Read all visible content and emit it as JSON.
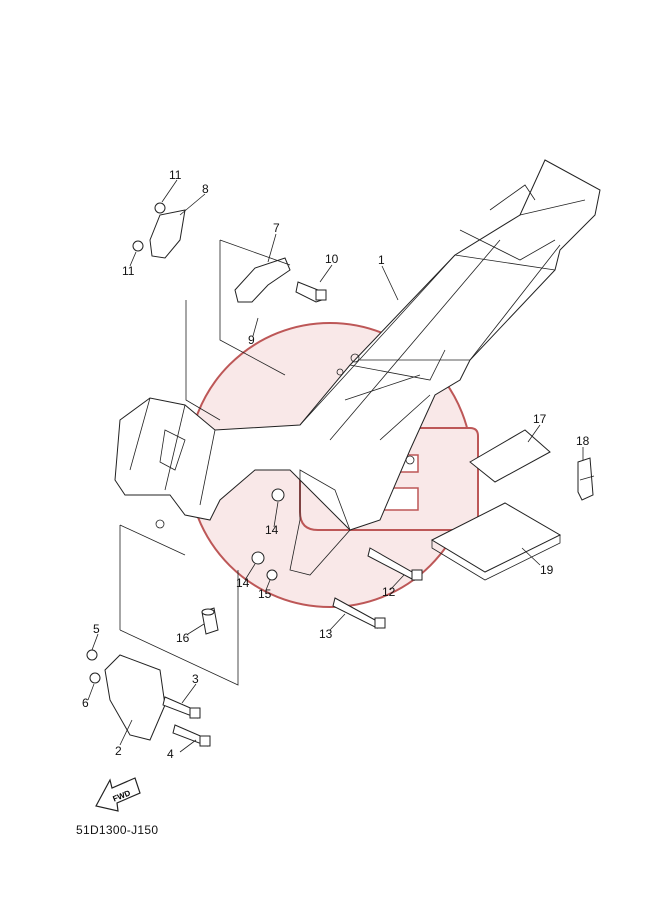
{
  "diagram_code": "51D1300-J150",
  "fwd_label": "FWD",
  "callouts": [
    {
      "id": "c1",
      "text": "1"
    },
    {
      "id": "c2",
      "text": "2"
    },
    {
      "id": "c3",
      "text": "3"
    },
    {
      "id": "c4",
      "text": "4"
    },
    {
      "id": "c5",
      "text": "5"
    },
    {
      "id": "c6",
      "text": "6"
    },
    {
      "id": "c7",
      "text": "7"
    },
    {
      "id": "c8",
      "text": "8"
    },
    {
      "id": "c9",
      "text": "9"
    },
    {
      "id": "c10",
      "text": "10"
    },
    {
      "id": "c11a",
      "text": "11"
    },
    {
      "id": "c11b",
      "text": "11"
    },
    {
      "id": "c12",
      "text": "12"
    },
    {
      "id": "c13",
      "text": "13"
    },
    {
      "id": "c14a",
      "text": "14"
    },
    {
      "id": "c14b",
      "text": "14"
    },
    {
      "id": "c15",
      "text": "15"
    },
    {
      "id": "c16",
      "text": "16"
    },
    {
      "id": "c17",
      "text": "17"
    },
    {
      "id": "c18",
      "text": "18"
    },
    {
      "id": "c19",
      "text": "19"
    }
  ],
  "colors": {
    "watermark_fill": "#f8e4e4",
    "watermark_stroke": "#b23a3a",
    "line": "#222222"
  }
}
